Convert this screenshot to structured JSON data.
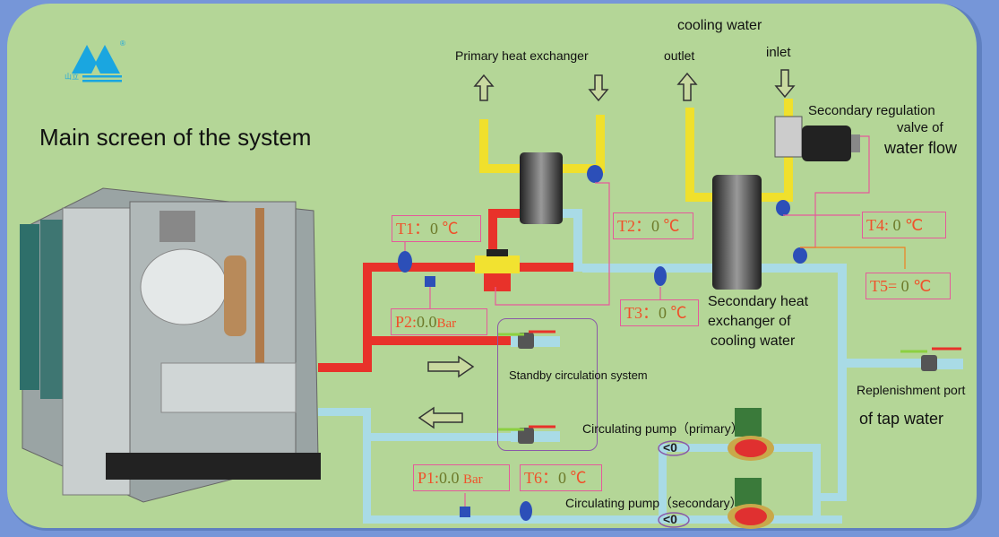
{
  "screen": {
    "title": "Main screen of the system",
    "logo": {
      "text": "山立",
      "mark": "®",
      "color": "#1aa6e0"
    }
  },
  "labels": {
    "primary_hx": "Primary heat exchanger",
    "cooling_water": "cooling water",
    "outlet": "outlet",
    "inlet": "inlet",
    "regulation_line1": "Secondary regulation",
    "regulation_line2": "valve of",
    "regulation_line3": "water flow",
    "secondary_hx_line1": "Secondary heat",
    "secondary_hx_line2": "exchanger of",
    "secondary_hx_line3": "cooling water",
    "standby": "Standby circulation system",
    "pump_primary": "Circulating pump（primary）",
    "pump_secondary": "Circulating pump（secondary）",
    "replenish_line1": "Replenishment port",
    "replenish_line2": "of tap water"
  },
  "readouts": {
    "t1": {
      "label": "T1：",
      "value": "0",
      "unit": "℃"
    },
    "t2": {
      "label": "T2：",
      "value": "0",
      "unit": "℃"
    },
    "t3": {
      "label": "T3：",
      "value": "0",
      "unit": "℃"
    },
    "t4": {
      "label": "T4: ",
      "value": "0",
      "unit": "℃"
    },
    "t5": {
      "label": "T5= ",
      "value": "0",
      "unit": "℃"
    },
    "t6": {
      "label": "T6：",
      "value": "0",
      "unit": "℃"
    },
    "p1": {
      "label": "P1:",
      "value": "0.0",
      "unit": "Bar"
    },
    "p2": {
      "label": "P2:",
      "value": "0.0",
      "unit": "Bar"
    }
  },
  "pumps": {
    "primary_flow": "<0",
    "secondary_flow": "<0"
  },
  "colors": {
    "hot_pipe": "#e8322a",
    "cold_pipe": "#a9dbe6",
    "cooling_pipe": "#f0e02c",
    "sensor": "#2c4fb8",
    "readout_border": "#e55a9a",
    "readout_text": "#f0502a",
    "background": "#b4d697"
  }
}
